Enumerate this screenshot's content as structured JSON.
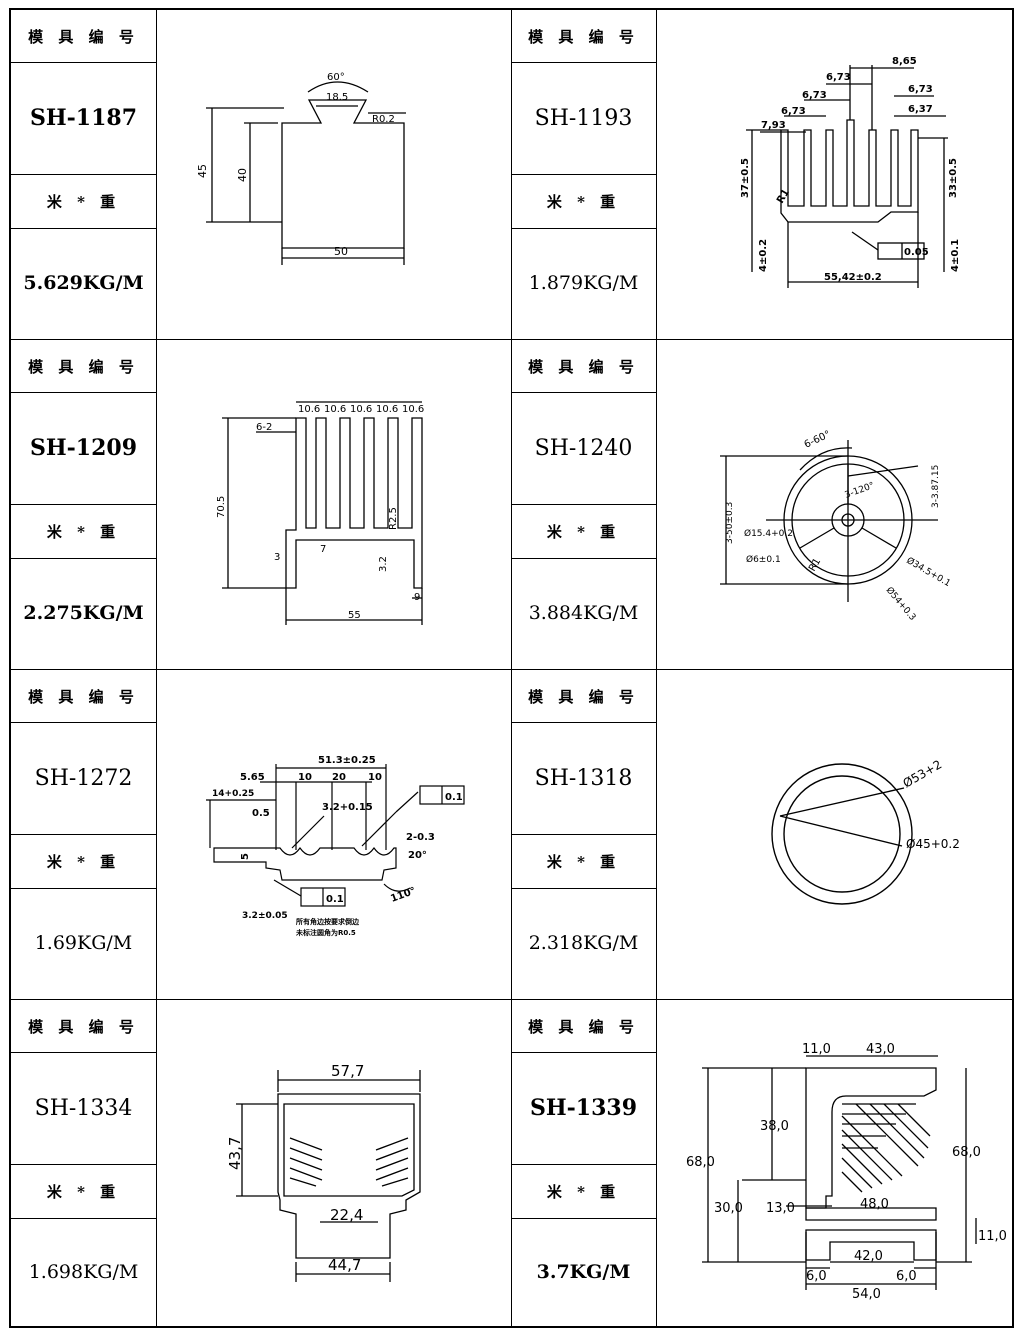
{
  "label_mold_no": "模 具 编 号",
  "label_weight": "米 * 重",
  "rows": [
    {
      "left": {
        "code": "SH-1187",
        "weight": "5.629KG/M",
        "dims": {
          "angle": "60°",
          "top": "18.5",
          "radius": "R0.2",
          "h_outer": "45",
          "h_inner": "40",
          "width": "50"
        }
      },
      "right": {
        "code": "SH-1193",
        "weight": "1.879KG/M",
        "dims": {
          "d1": "8,65",
          "d2": "6,73",
          "d3": "6,73",
          "d4": "6,73",
          "d5": "6,73",
          "d6": "7,93",
          "d7": "6,37",
          "h_left": "37±0.5",
          "h_right": "33±0.5",
          "base_left": "4±0.2",
          "base_right": "4±0.1",
          "width": "55,42±0.2",
          "tol": "0.05",
          "r": "R1"
        }
      }
    },
    {
      "left": {
        "code": "SH-1209",
        "weight": "2.275KG/M",
        "dims": {
          "f1": "10.6",
          "f2": "10.6",
          "f3": "10.6",
          "f4": "10.6",
          "f5": "10.6",
          "gap": "6-2",
          "height": "70.5",
          "r": "R2.5",
          "d3": "3",
          "d7": "7",
          "d32": "3.2",
          "d9": "9",
          "width": "55"
        }
      },
      "right": {
        "code": "SH-1240",
        "weight": "3.884KG/M",
        "dims": {
          "a": "6-60°",
          "b": "3-120°",
          "c": "3-3.87.15",
          "d": "3-50±0.3",
          "e": "Ø15.4+0.2",
          "f": "Ø6±0.1",
          "g": "Ø34.5+0.1",
          "h": "Ø54+0.3",
          "r": "R1"
        }
      }
    },
    {
      "left": {
        "code": "SH-1272",
        "weight": "1.69KG/M",
        "dims": {
          "total": "51.3±0.25",
          "a": "5.65",
          "b": "10",
          "c": "20",
          "d": "10",
          "e": "14+0.25",
          "f": "0.5",
          "g": "3.2+0.15",
          "h": "2-0.3",
          "i": "20°",
          "j": "5",
          "k": "3.2±0.05",
          "tol": "0.1",
          "tol2": "0.1",
          "angle": "110°",
          "note1": "所有角边按要求倒边",
          "note2": "未标注圆角为R0.5"
        }
      },
      "right": {
        "code": "SH-1318",
        "weight": "2.318KG/M",
        "dims": {
          "outer": "Ø53+2",
          "inner": "Ø45+0.2"
        }
      }
    },
    {
      "left": {
        "code": "SH-1334",
        "weight": "1.698KG/M",
        "dims": {
          "top": "57,7",
          "height": "43,7",
          "mid": "22,4",
          "bottom": "44,7"
        }
      },
      "right": {
        "code": "SH-1339",
        "weight": "3.7KG/M",
        "dims": {
          "a": "11,0",
          "b": "43,0",
          "c": "38,0",
          "d": "68,0",
          "e": "68,0",
          "f": "30,0",
          "g": "13,0",
          "h": "48,0",
          "i": "11,0",
          "j": "42,0",
          "k": "6,0",
          "l": "6,0",
          "m": "54,0"
        }
      }
    }
  ]
}
